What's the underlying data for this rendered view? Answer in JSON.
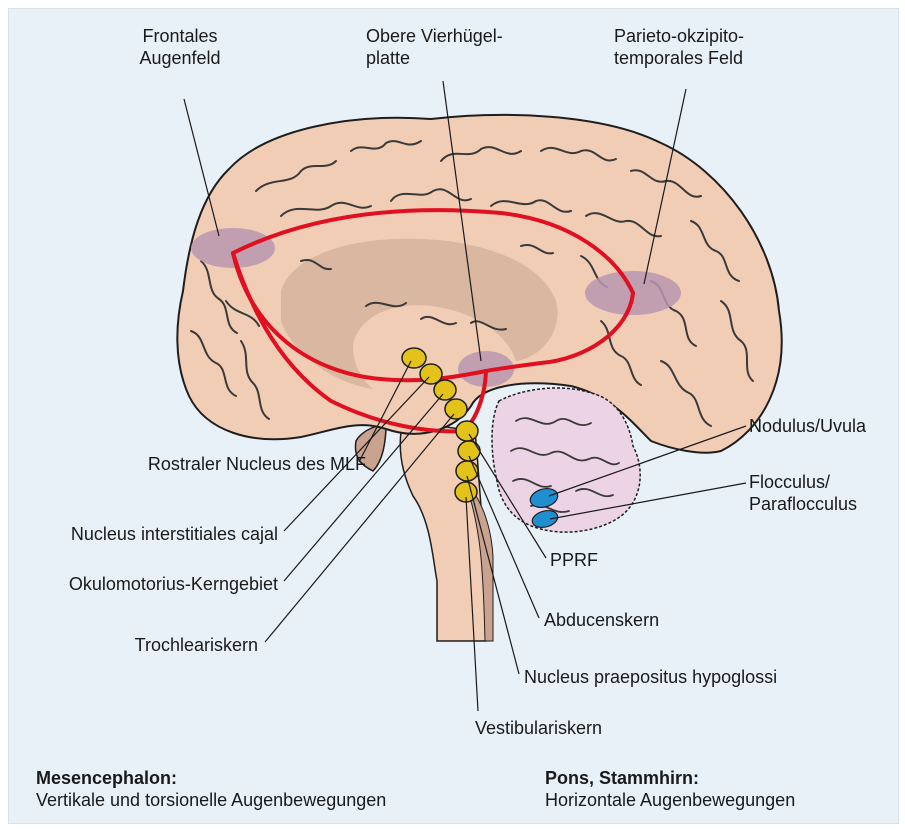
{
  "labels": {
    "frontal_line1": "Frontales",
    "frontal_line2": "Augenfeld",
    "superior_colliculus_line1": "Obere Vierhügel-",
    "superior_colliculus_line2": "platte",
    "parieto_line1": "Parieto-okzipito-",
    "parieto_line2": "temporales Feld",
    "nodulus": "Nodulus/Uvula",
    "flocculus_line1": "Flocculus/",
    "flocculus_line2": "Paraflocculus",
    "rostral_nucleus": "Rostraler Nucleus des MLF",
    "interstitial_nucleus": "Nucleus interstitiales cajal",
    "oculomotor": "Okulomotorius-Kerngebiet",
    "trochlear": "Trochleariskern",
    "pprf": "PPRF",
    "abducens": "Abducenskern",
    "praepositus": "Nucleus praepositus hypoglossi",
    "vestibular": "Vestibulariskern"
  },
  "captions": {
    "mesencephalon_title": "Mesencephalon:",
    "mesencephalon_text": "Vertikale und torsionelle Augenbewegungen",
    "pons_title": "Pons, Stammhirn:",
    "pons_text": "Horizontale Augenbewegungen"
  },
  "colors": {
    "background": "#e8f1f8",
    "brain": "#f2cdb6",
    "brain_outline": "#1e1e1e",
    "inner_region": "#d9b7a0",
    "eye_field": "#b896b0",
    "pathway": "#e01020",
    "cerebellum": "#ecd3e6",
    "brainstem_dark": "#c9a290",
    "nucleus_yellow": "#e3c21a",
    "nucleus_blue": "#1f8fcf",
    "gyri": "#3a3a3a"
  }
}
